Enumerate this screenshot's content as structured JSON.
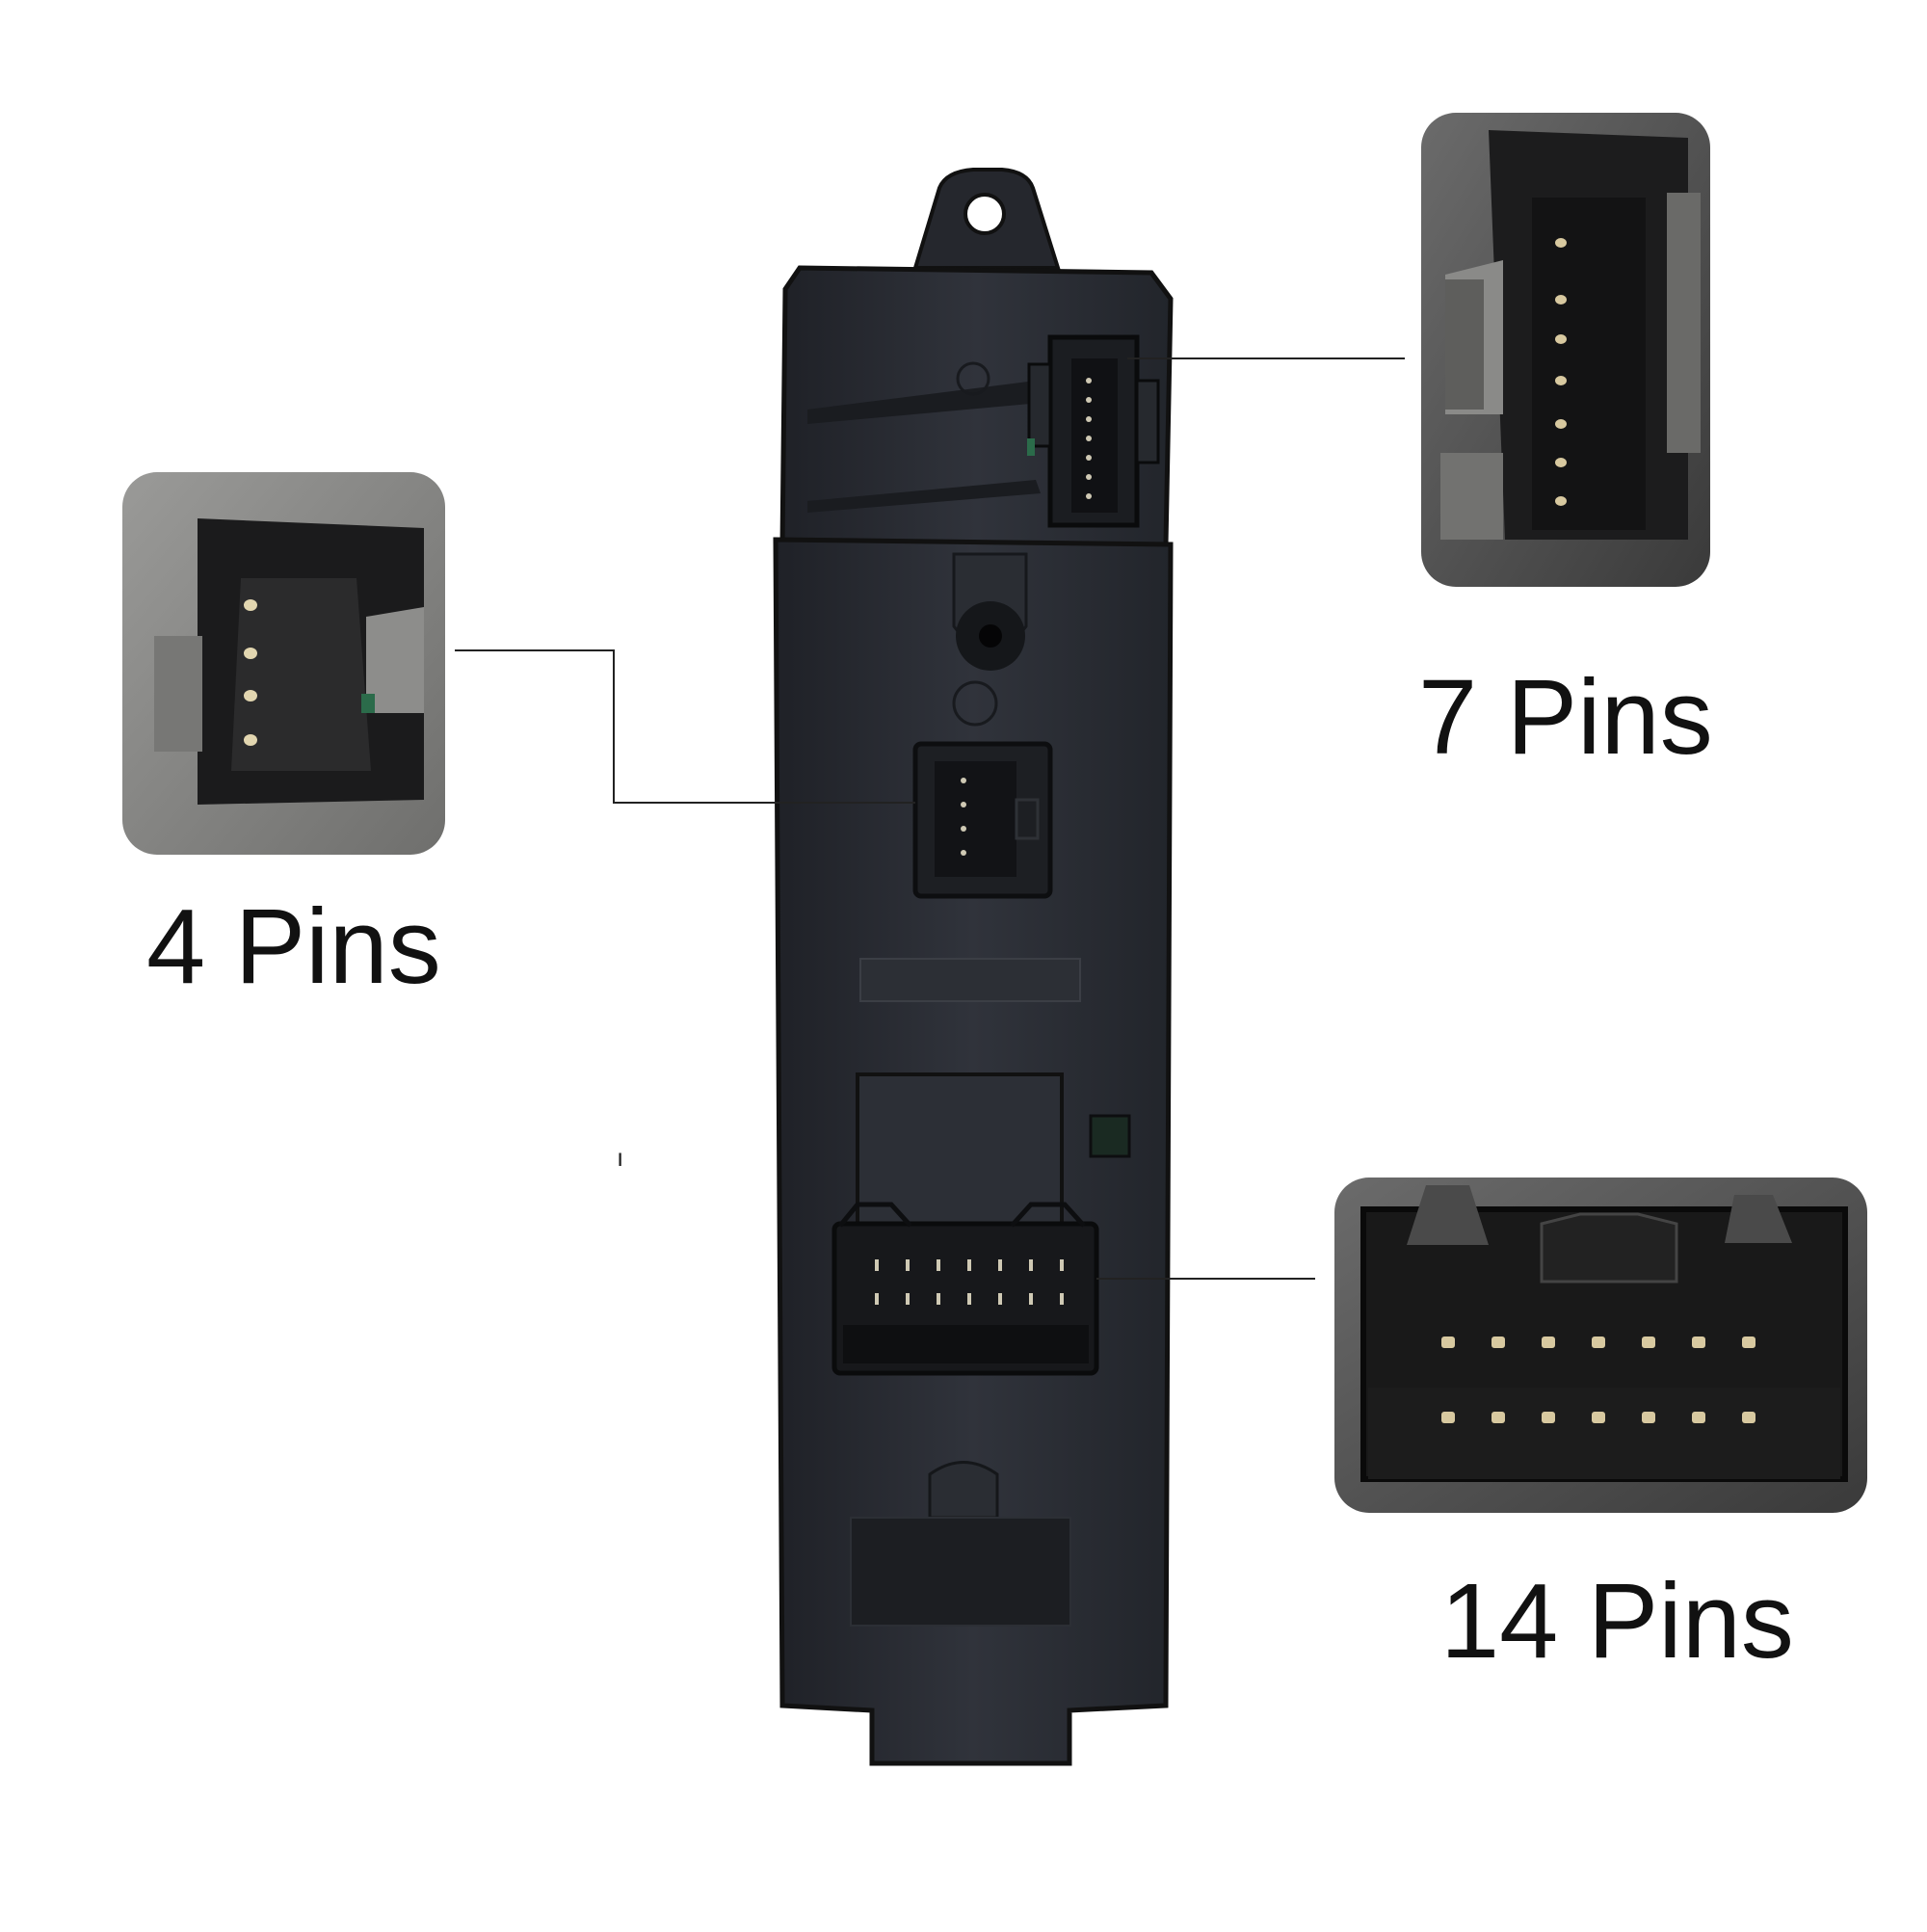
{
  "callouts": {
    "seven_pin": {
      "label": "7 Pins",
      "pin_count": 7
    },
    "four_pin": {
      "label": "4 Pins",
      "pin_count": 4
    },
    "fourteen_pin": {
      "label": "14 Pins",
      "pin_count": 14
    }
  },
  "colors": {
    "background": "#ffffff",
    "housing": "#2b2e35",
    "housing_edge": "#15171b",
    "connector_grey": "#8a8a88",
    "pin": "#d8c9a0",
    "callout_line": "#222222"
  }
}
